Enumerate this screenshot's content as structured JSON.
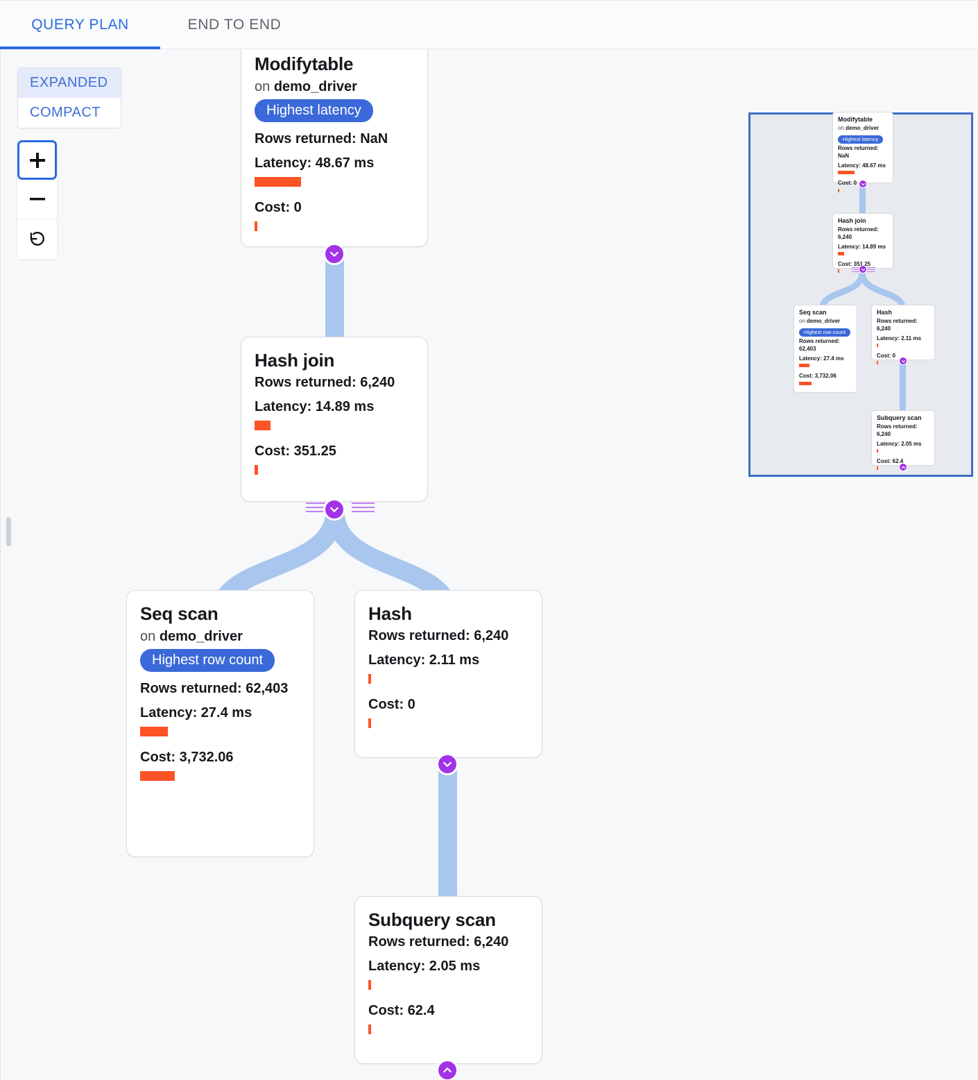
{
  "tabs": [
    {
      "label": "QUERY PLAN",
      "active": true
    },
    {
      "label": "END TO END",
      "active": false
    }
  ],
  "view_mode": {
    "options": [
      {
        "label": "EXPANDED",
        "selected": true
      },
      {
        "label": "COMPACT",
        "selected": false
      }
    ]
  },
  "zoom_controls": [
    {
      "name": "zoom-in",
      "glyph": "+",
      "focused": true
    },
    {
      "name": "zoom-out",
      "glyph": "−",
      "focused": false
    },
    {
      "name": "reset-view",
      "glyph": "↺",
      "focused": false
    }
  ],
  "colors": {
    "accent_blue": "#2a6ae0",
    "badge_blue": "#3b69d9",
    "bar_orange": "#fc5226",
    "edge_blue": "#a8c6ee",
    "chevron_purple": "#a333e8",
    "minimap_border": "#3b6fc4",
    "minimap_bg": "#e7eaee",
    "canvas_bg": "#f6f8fa"
  },
  "labels": {
    "rows_returned": "Rows returned:",
    "latency": "Latency:",
    "cost": "Cost:",
    "on": "on"
  },
  "plan_nodes": [
    {
      "id": "modifytable",
      "title": "Modifytable",
      "relation": "demo_driver",
      "badge": "Highest latency",
      "rows_returned": "Rows returned: NaN",
      "latency": "Latency: 48.67 ms",
      "latency_bar_width": 67,
      "cost": "Cost: 0",
      "cost_bar_width": 4
    },
    {
      "id": "hash-join",
      "title": "Hash join",
      "relation": null,
      "badge": null,
      "rows_returned": "Rows returned: 6,240",
      "latency": "Latency: 14.89 ms",
      "latency_bar_width": 23,
      "cost": "Cost: 351.25",
      "cost_bar_width": 5
    },
    {
      "id": "seq-scan",
      "title": "Seq scan",
      "relation": "demo_driver",
      "badge": "Highest row count",
      "rows_returned": "Rows returned: 62,403",
      "latency": "Latency: 27.4 ms",
      "latency_bar_width": 40,
      "cost": "Cost: 3,732.06",
      "cost_bar_width": 50
    },
    {
      "id": "hash",
      "title": "Hash",
      "relation": null,
      "badge": null,
      "rows_returned": "Rows returned: 6,240",
      "latency": "Latency: 2.11 ms",
      "latency_bar_width": 4,
      "cost": "Cost: 0",
      "cost_bar_width": 4
    },
    {
      "id": "subquery-scan",
      "title": "Subquery scan",
      "relation": null,
      "badge": null,
      "rows_returned": "Rows returned: 6,240",
      "latency": "Latency: 2.05 ms",
      "latency_bar_width": 4,
      "cost": "Cost: 62.4",
      "cost_bar_width": 4
    }
  ],
  "edges": [
    {
      "from": "modifytable",
      "to": "hash-join"
    },
    {
      "from": "hash-join",
      "to": "seq-scan"
    },
    {
      "from": "hash-join",
      "to": "hash"
    },
    {
      "from": "hash",
      "to": "subquery-scan"
    }
  ],
  "chevrons": [
    {
      "id": "modifytable-collapse",
      "direction": "down"
    },
    {
      "id": "hash-join-collapse",
      "direction": "down"
    },
    {
      "id": "hash-collapse",
      "direction": "down"
    },
    {
      "id": "subquery-scan-collapse",
      "direction": "up"
    }
  ],
  "minimap": {
    "present": true
  }
}
